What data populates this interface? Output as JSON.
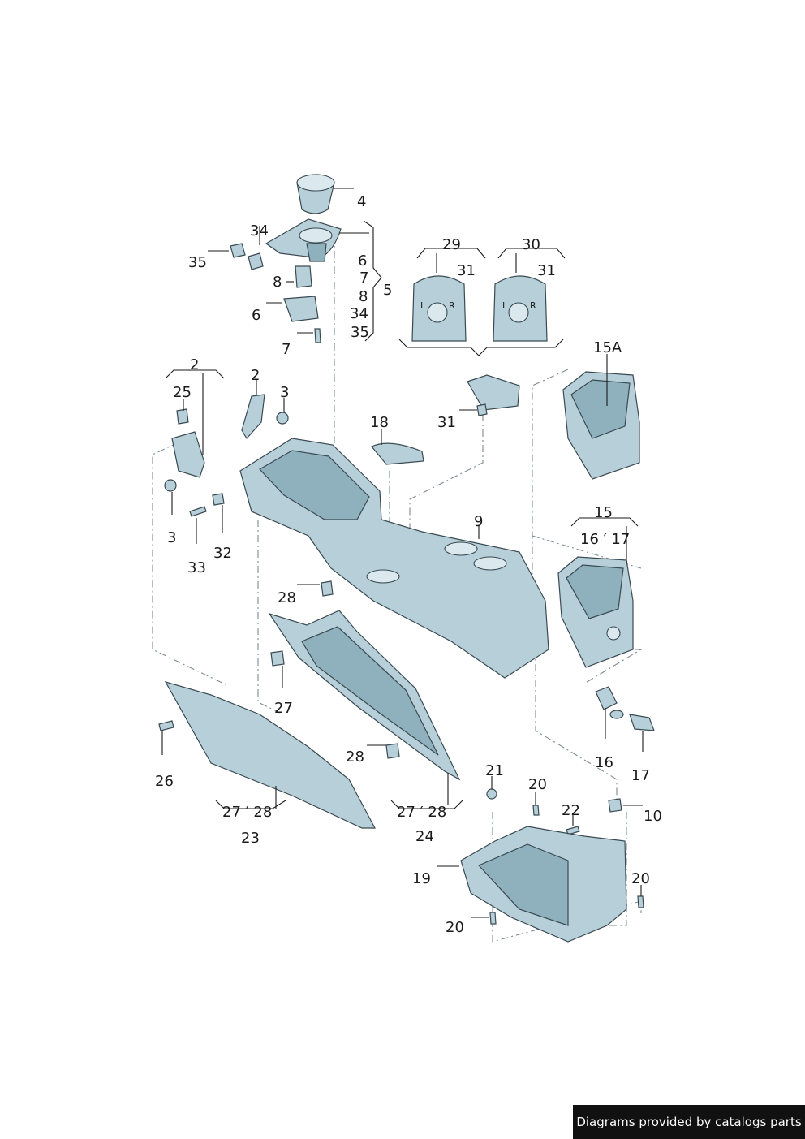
{
  "labels": {
    "l4": "4",
    "l34a": "34",
    "l35a": "35",
    "l6a": "6",
    "l7a": "7",
    "l8a": "8",
    "l34b": "34",
    "l35b": "35",
    "l5": "5",
    "l8b": "8",
    "l6b": "6",
    "l7b": "7",
    "l29": "29",
    "l31a": "31",
    "l30": "30",
    "l31b": "31",
    "l15A": "15A",
    "l2a": "2",
    "l25": "25",
    "l2b": "2",
    "l3a": "3",
    "l18": "18",
    "l31c": "31",
    "l3b": "3",
    "l33": "33",
    "l32": "32",
    "l9": "9",
    "l15": "15",
    "l16_17": "16 ′ 17",
    "l28a": "28",
    "l27a": "27",
    "l26": "26",
    "l28b": "28",
    "l16": "16",
    "l17": "17",
    "l21": "21",
    "l20a": "20",
    "l22": "22",
    "l10": "10",
    "l27_28a": "27 ′ 28",
    "l27_28b": "27 ′ 28",
    "l23": "23",
    "l24": "24",
    "l19": "19",
    "l20b": "20",
    "l20c": "20"
  },
  "switch_panel": {
    "left_letter": "L",
    "right_letter": "R"
  },
  "footer": {
    "credit": "Diagrams provided by catalogs parts"
  }
}
